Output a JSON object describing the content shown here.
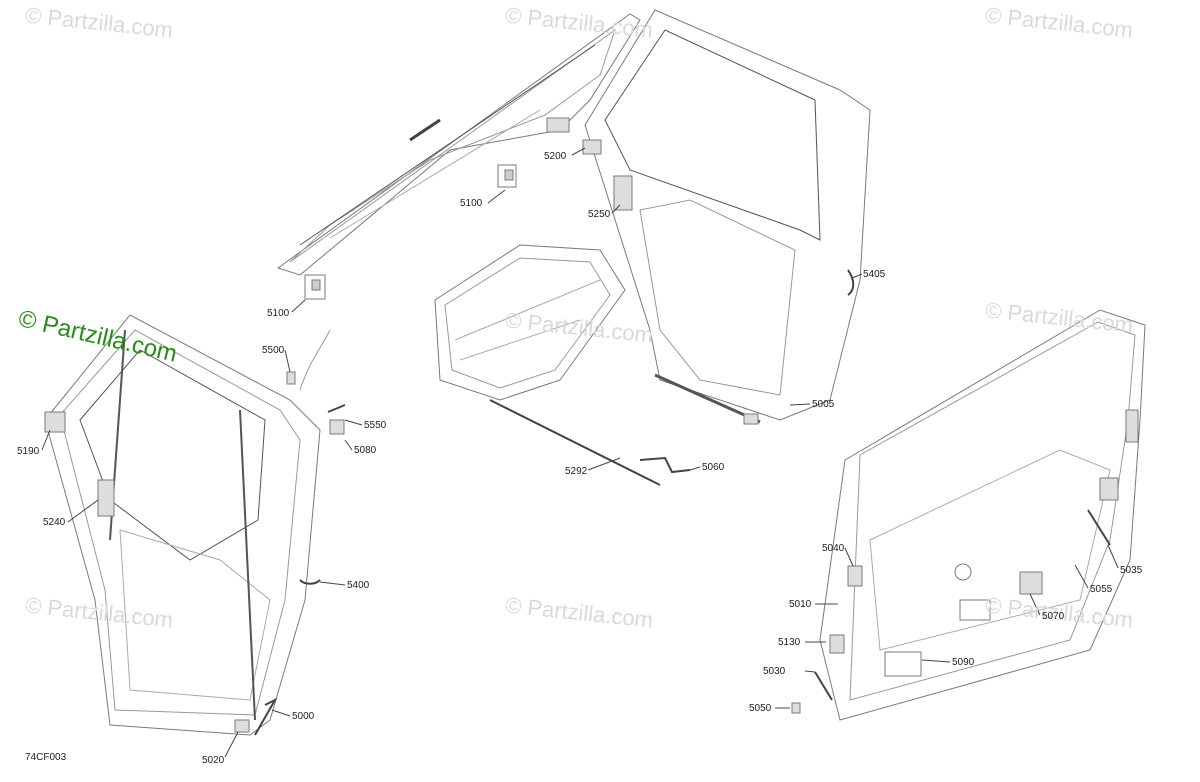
{
  "watermark": "© Partzilla.com",
  "logo_text": "© Partzilla.com",
  "figure_code": "74CF003",
  "callouts": [
    "5100",
    "5100",
    "5200",
    "5250",
    "5405",
    "5500",
    "5550",
    "5080",
    "5190",
    "5240",
    "5400",
    "5000",
    "5020",
    "5292",
    "5060",
    "5005",
    "5040",
    "5035",
    "5010",
    "5055",
    "5070",
    "5130",
    "5090",
    "5030",
    "5050"
  ],
  "colors": {
    "line": "#6a6a6a",
    "logo": "#2a8a1a",
    "watermark": "#d9d9d9"
  }
}
